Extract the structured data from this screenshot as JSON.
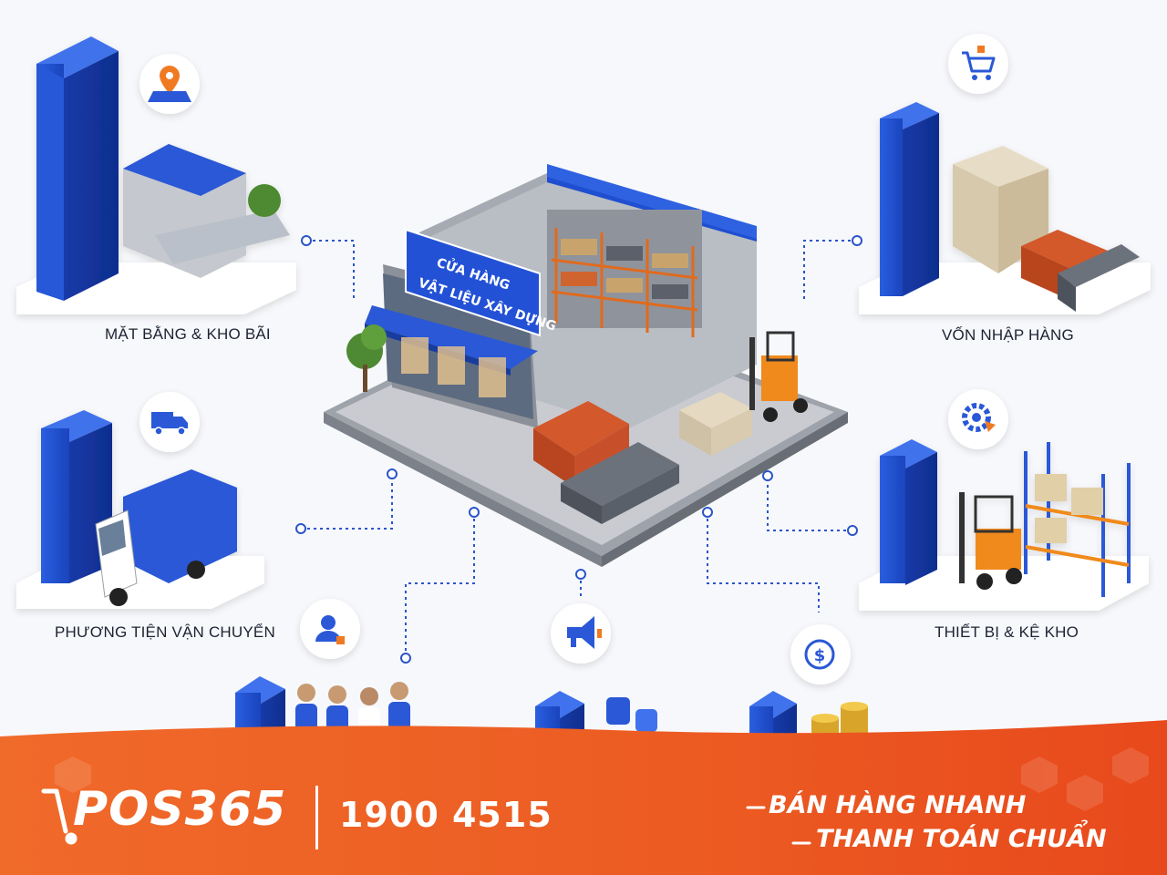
{
  "store_sign": {
    "line1": "CỬA HÀNG",
    "line2": "VẬT LIỆU XÂY DỰNG"
  },
  "nodes": {
    "mat_bang": "MẶT BẰNG & KHO BÃI",
    "von_nhap": "VỐN NHẬP HÀNG",
    "phuong_tien": "PHƯƠNG TIỆN VẬN CHUYỂN",
    "thiet_bi": "THIẾT BỊ & KỆ KHO"
  },
  "footer": {
    "brand": "POS365",
    "phone": "1900 4515",
    "slogan_line1": "BÁN HÀNG NHANH",
    "slogan_line2": "THANH TOÁN CHUẨN"
  },
  "colors": {
    "accent_blue": "#1f4fd0",
    "footer_orange": "#ee5a25",
    "line_blue": "#2a55c8"
  },
  "icons": [
    "location-map-icon",
    "shopping-cart-icon",
    "delivery-truck-icon",
    "gear-settings-icon",
    "person-icon",
    "megaphone-icon",
    "dollar-coin-icon"
  ]
}
